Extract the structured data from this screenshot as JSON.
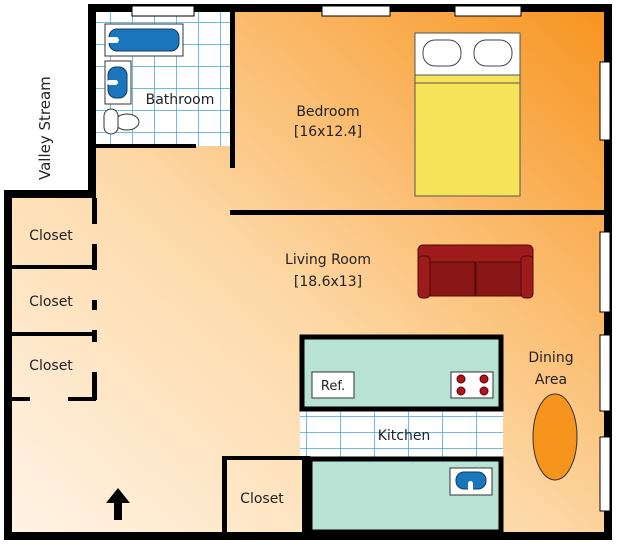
{
  "street_label": "Valley Stream",
  "rooms": {
    "bathroom": {
      "name": "Bathroom"
    },
    "bedroom": {
      "name": "Bedroom",
      "size": "[16x12.4]"
    },
    "living_room": {
      "name": "Living Room",
      "size": "[18.6x13]"
    },
    "dining": {
      "name_line1": "Dining",
      "name_line2": "Area"
    },
    "kitchen": {
      "name": "Kitchen",
      "fridge": "Ref."
    },
    "closets": [
      "Closet",
      "Closet",
      "Closet",
      "Closet"
    ]
  },
  "icons": {
    "entrance": "arrow-up-icon"
  },
  "colors": {
    "wall": "#000000",
    "floor_light": "#fde3c0",
    "floor_dark": "#f7931e",
    "tile": "#ffffff",
    "tile_grid": "#3fa9d5",
    "fixture_blue": "#1a75bb",
    "kitchen": "#b7e2d4",
    "bed": "#f7e35a",
    "sofa": "#9e1b1b",
    "table": "#f7941d"
  }
}
